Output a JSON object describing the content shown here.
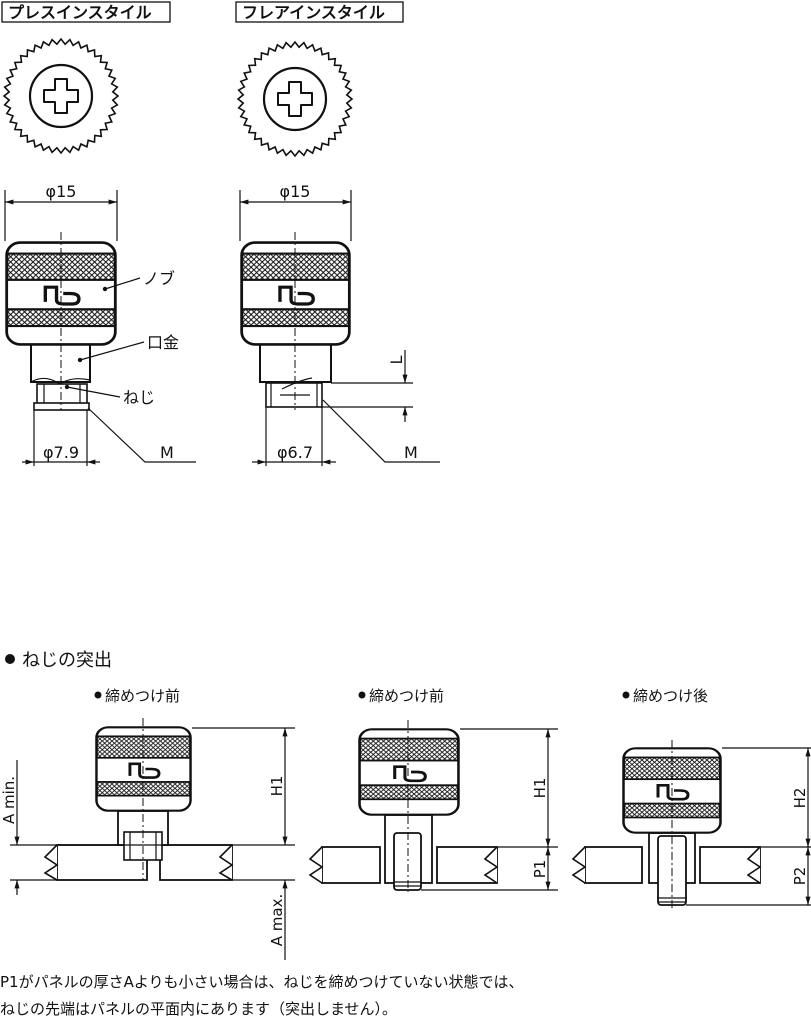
{
  "top": {
    "press_in": {
      "title": "プレスインスタイル",
      "dia_knob": "φ15",
      "dia_thread": "φ7.9",
      "thread": "M",
      "label_knob": "ノブ",
      "label_ferrule": "口金",
      "label_screw": "ねじ"
    },
    "flare_in": {
      "title": "フレアインスタイル",
      "dia_knob": "φ15",
      "dia_thread": "φ6.7",
      "thread": "M",
      "length": "L"
    }
  },
  "protrusion": {
    "heading": "ねじの突出",
    "figures": [
      {
        "caption": "締めつけ前",
        "height": "H1",
        "a_min": "A min.",
        "a_max": "A max."
      },
      {
        "caption": "締めつけ前",
        "height": "H1",
        "protrusion": "P1"
      },
      {
        "caption": "締めつけ後",
        "height": "H2",
        "protrusion": "P2"
      }
    ],
    "note_lines": [
      "P1がパネルの厚さAよりも小さい場合は、ねじを締めつけていない状態では、",
      "ねじの先端はパネルの平面内にあります（突出しません）。"
    ]
  }
}
